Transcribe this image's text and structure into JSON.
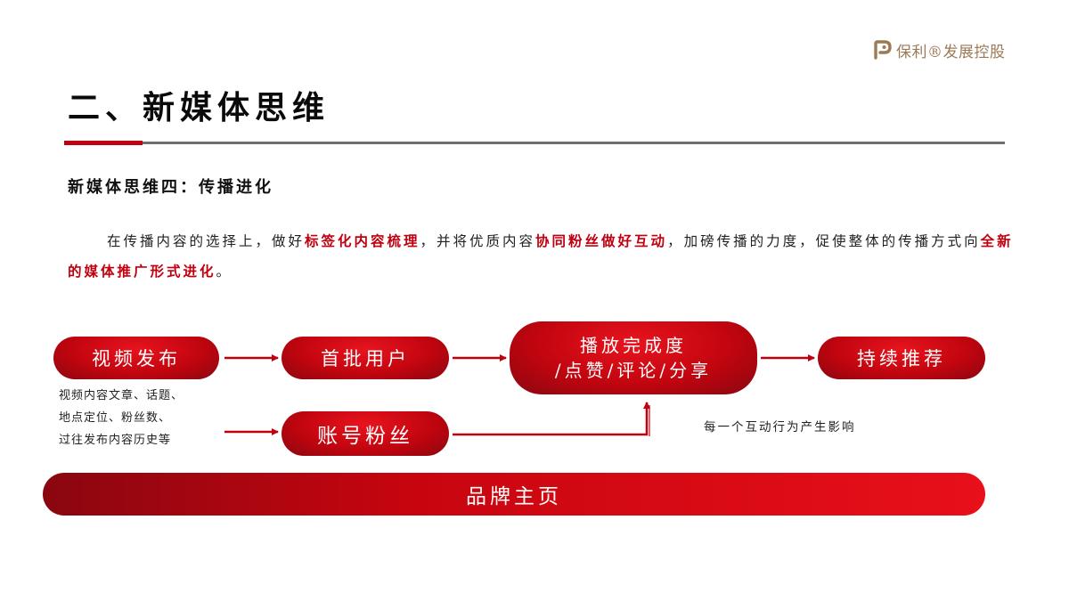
{
  "brand": {
    "logo_text": "保利®发展控股",
    "logo_color": "#9c7a56"
  },
  "page": {
    "title": "二、新媒体思维",
    "subtitle": "新媒体思维四：传播进化"
  },
  "paragraph": {
    "segments": [
      {
        "text": "在传播内容的选择上，做好",
        "highlight": false
      },
      {
        "text": "标签化内容梳理",
        "highlight": true
      },
      {
        "text": "，并将优质内容",
        "highlight": false
      },
      {
        "text": "协同粉丝做好互动",
        "highlight": true
      },
      {
        "text": "，加磅传播的力度，促使整体的传播方式向",
        "highlight": false
      },
      {
        "text": "全新的媒体推广形式进化",
        "highlight": true
      },
      {
        "text": "。",
        "highlight": false
      }
    ]
  },
  "flow": {
    "video_publish": "视频发布",
    "first_users": "首批用户",
    "play_metrics_line1": "播放完成度",
    "play_metrics_line2": "/点赞/评论/分享",
    "continuous_recommend": "持续推荐",
    "account_fans": "账号粉丝",
    "brand_homepage": "品牌主页",
    "video_note_lines": [
      "视频内容文章、话题、",
      "地点定位、粉丝数、",
      "过往发布内容历史等"
    ],
    "interaction_note": "每一个互动行为产生影响"
  },
  "colors": {
    "accent_red": "#c0000f",
    "divider_gray": "#6e6e6e"
  }
}
